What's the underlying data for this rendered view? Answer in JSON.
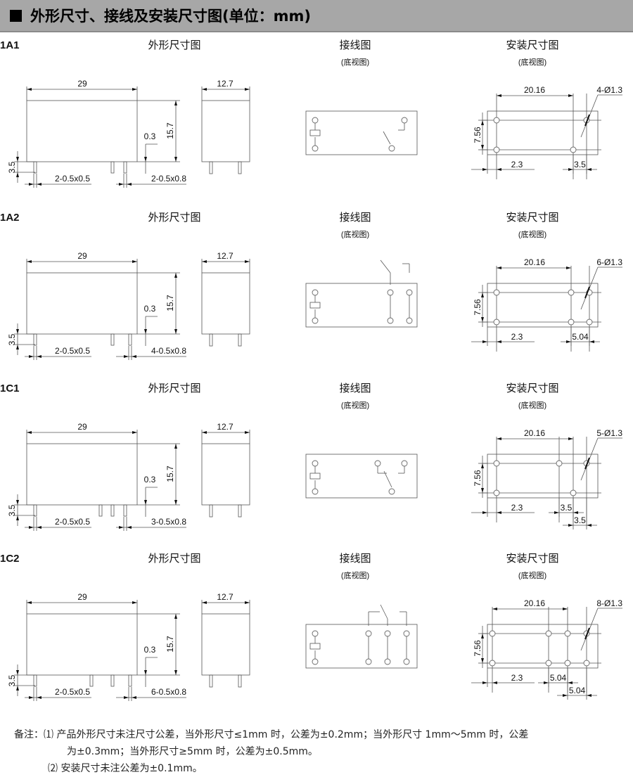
{
  "header": {
    "title": "外形尺寸、接线及安装尺寸图(单位：mm)"
  },
  "view_titles": {
    "outline": "外形尺寸图",
    "wiring": "接线图",
    "mounting": "安装尺寸图",
    "bottom_view": "(底视图)"
  },
  "common_dims": {
    "length": "29",
    "width": "12.7",
    "height": "15.7",
    "gap": "0.3",
    "pin_length": "3.5",
    "pitch_x": "20.16",
    "pitch_y": "7.56",
    "offset": "2.3"
  },
  "sections": [
    {
      "model": "1A1",
      "pin_label_1": "2-0.5x0.5",
      "pin_label_2": "2-0.5x0.8",
      "hole_label": "4-Ø1.3",
      "mount_dims": [
        "3.5"
      ]
    },
    {
      "model": "1A2",
      "pin_label_1": "2-0.5x0.5",
      "pin_label_2": "4-0.5x0.8",
      "hole_label": "6-Ø1.3",
      "mount_dims": [
        "5.04"
      ]
    },
    {
      "model": "1C1",
      "pin_label_1": "2-0.5x0.5",
      "pin_label_2": "3-0.5x0.8",
      "hole_label": "5-Ø1.3",
      "mount_dims": [
        "3.5",
        "3.5"
      ]
    },
    {
      "model": "1C2",
      "pin_label_1": "2-0.5x0.5",
      "pin_label_2": "6-0.5x0.8",
      "hole_label": "8-Ø1.3",
      "mount_dims": [
        "5.04",
        "5.04"
      ]
    }
  ],
  "notes": {
    "prefix": "备注：",
    "note1_num": "⑴",
    "note1_line1": "产品外形尺寸未注尺寸公差，当外形尺寸≤1mm 时，公差为±0.2mm；当外形尺寸 1mm～5mm 时，公差",
    "note1_line2": "为±0.3mm；当外形尺寸≥5mm 时，公差为±0.5mm。",
    "note2_num": "⑵",
    "note2": "安装尺寸未注公差为±0.1mm。"
  }
}
